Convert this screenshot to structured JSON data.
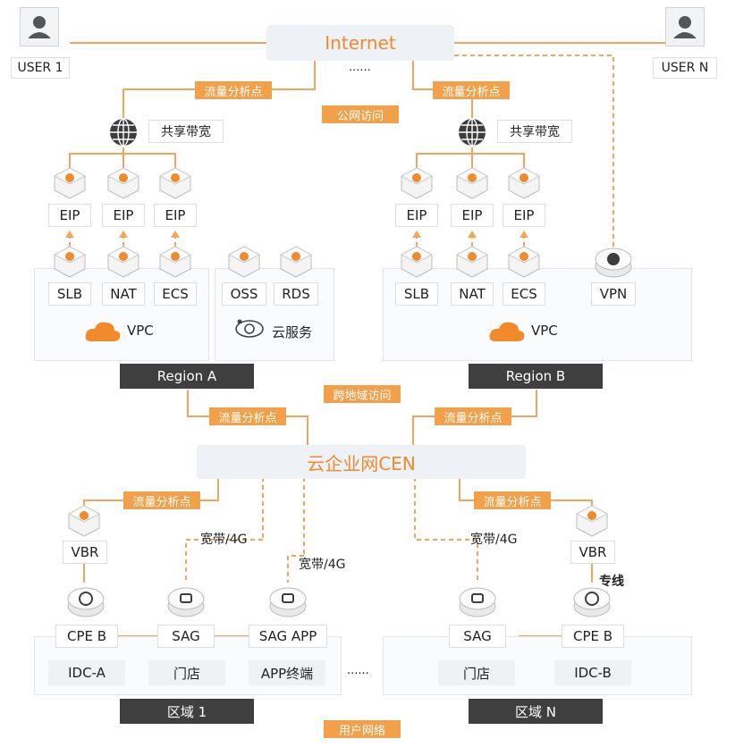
{
  "colors": {
    "accent": "#f08a2b",
    "tag": "#f2a04a",
    "dark": "#3f3f3f",
    "line": "#f5a55a"
  },
  "top": {
    "internet": "Internet",
    "ellipsis": "......",
    "user1": "USER 1",
    "userN": "USER N",
    "public_access": "公网访问",
    "flow_point": "流量分析点"
  },
  "regionA": {
    "shared_bw": "共享带宽",
    "eip": [
      "EIP",
      "EIP",
      "EIP"
    ],
    "services": [
      "SLB",
      "NAT",
      "ECS"
    ],
    "cloud_services": [
      "OSS",
      "RDS"
    ],
    "vpc": "VPC",
    "cloud_service": "云服务",
    "name": "Region A"
  },
  "regionB": {
    "shared_bw": "共享带宽",
    "eip": [
      "EIP",
      "EIP",
      "EIP"
    ],
    "services": [
      "SLB",
      "NAT",
      "ECS"
    ],
    "vpn": "VPN",
    "vpc": "VPC",
    "name": "Region B"
  },
  "middle": {
    "cross_region": "跨地域访问",
    "flow_left": "流量分析点",
    "flow_right": "流量分析点",
    "cen": "云企业网CEN"
  },
  "bottom": {
    "flow_left": "流量分析点",
    "flow_right": "流量分析点",
    "broadband_1": "宽带/4G",
    "broadband_2": "宽带/4G",
    "broadband_3": "宽带/4G",
    "vbr_left": "VBR",
    "vbr_right": "VBR",
    "dedicated": "专线",
    "zone1_devices": [
      "CPE B",
      "SAG",
      "SAG APP"
    ],
    "zone1_sites": [
      "IDC-A",
      "门店",
      "APP终端"
    ],
    "zoneN_devices": [
      "SAG",
      "CPE B"
    ],
    "zoneN_sites": [
      "门店",
      "IDC-B"
    ],
    "ellipsis": "......",
    "zone1": "区域 1",
    "zoneN": "区域 N",
    "user_network": "用户网络"
  },
  "icons": {
    "user": "user-icon",
    "globe": "globe-icon",
    "eip": "eip-gem-icon",
    "slb": "slb-gem-icon",
    "nat": "nat-gem-icon",
    "ecs": "ecs-gem-icon",
    "oss": "oss-gem-icon",
    "rds": "rds-gem-icon",
    "vpn": "vpn-puck-icon",
    "vbr": "vbr-gem-icon",
    "cpe": "cpe-puck-icon",
    "sag": "sag-puck-icon",
    "vpc_cloud": "vpc-cloud-icon",
    "cloud_service": "cloud-service-icon"
  }
}
